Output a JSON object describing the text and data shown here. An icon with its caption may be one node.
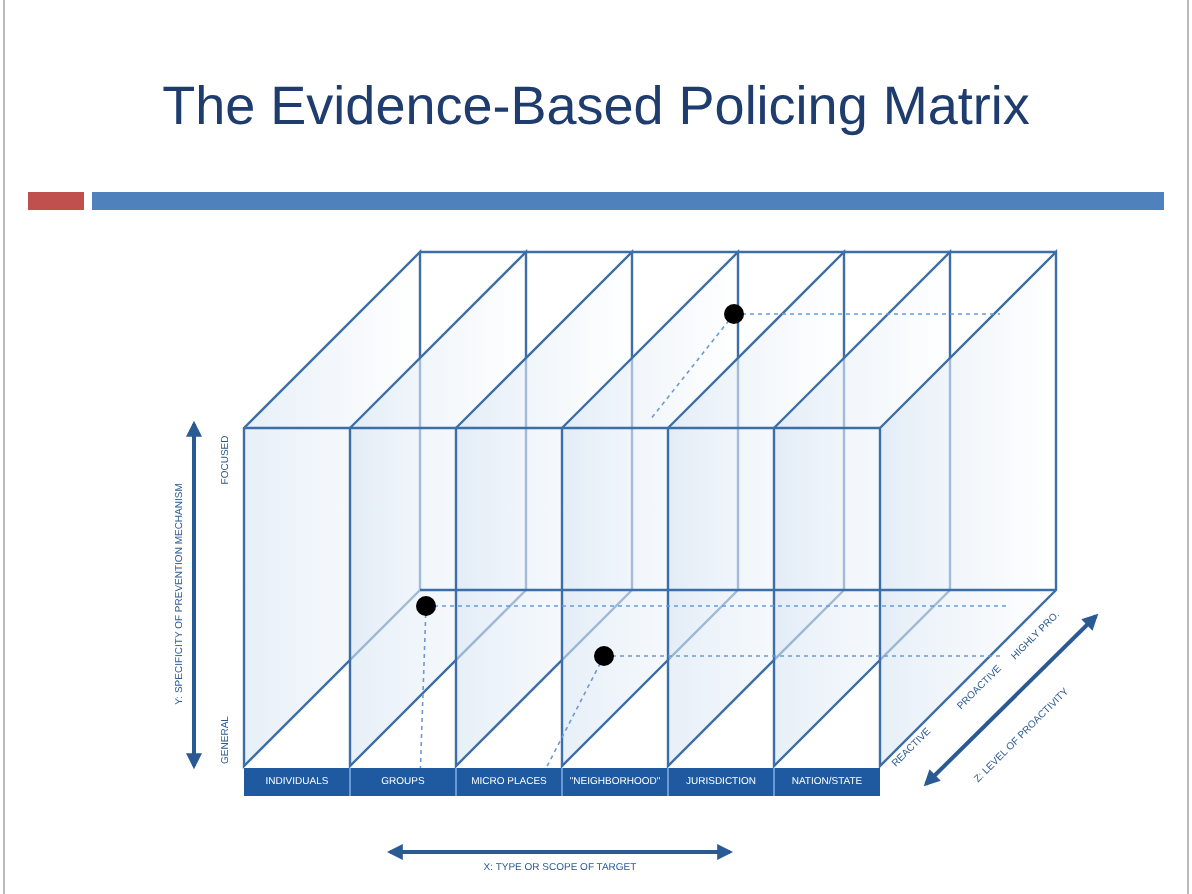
{
  "diagram": {
    "title": "The Evidence-Based Policing Matrix",
    "labels": [
      "Y: SPECIFICITY OF PREVENTION MECHANISM",
      "FOCUSED",
      "GENERAL",
      "INDIVIDUALS",
      "GROUPS",
      "MICRO PLACES",
      "\"NEIGHBORHOOD\"",
      "JURISDICTION",
      "NATION/STATE",
      "X: TYPE OR SCOPE OF TARGET",
      "REACTIVE",
      "PROACTIVE",
      "HIGHLY PRO.",
      "Z: LEVEL OF PROACTIVITY"
    ]
  }
}
